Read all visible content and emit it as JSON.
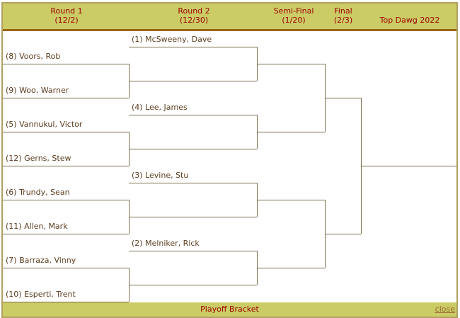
{
  "header": {
    "rounds": [
      {
        "name": "Round 1",
        "date": "(12/2)"
      },
      {
        "name": "Round 2",
        "date": "(12/30)"
      },
      {
        "name": "Semi-Final",
        "date": "(1/20)"
      },
      {
        "name": "Final",
        "date": "(2/3)"
      }
    ],
    "champion_label": "Top Dawg 2022"
  },
  "round1": [
    "(8) Voors, Rob",
    "(9) Woo, Warner",
    "(5) Vannukul, Victor",
    "(12) Gerns, Stew",
    "(6) Trundy, Sean",
    "(11) Allen, Mark",
    "(7) Barraza, Vinny",
    "(10) Esperti, Trent"
  ],
  "round2": [
    "(1) McSweeny, Dave",
    "",
    "(4) Lee, James",
    "",
    "(3) Levine, Stu",
    "",
    "(2) Melniker, Rick",
    ""
  ],
  "footer": {
    "title": "Playoff Bracket",
    "close": "close"
  },
  "colors": {
    "header_bg": "#cccc66",
    "header_text": "#990000",
    "line": "#7a6e4a"
  }
}
